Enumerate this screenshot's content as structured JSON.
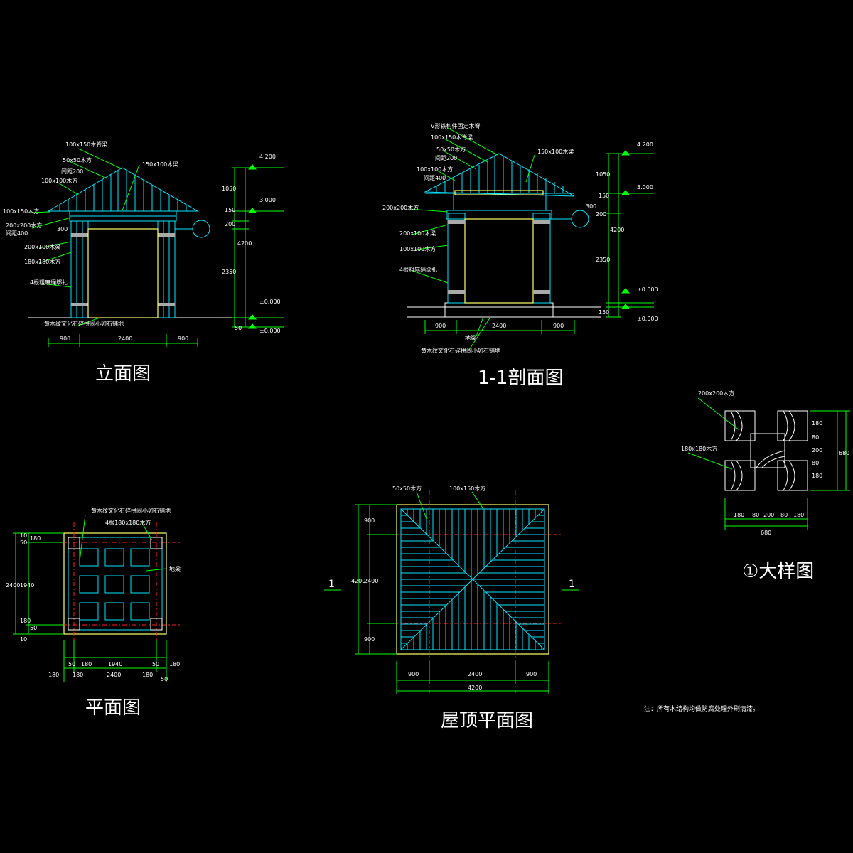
{
  "titles": {
    "elevation": "立面图",
    "section": "1-1剖面图",
    "plan": "平面图",
    "roof_plan": "屋顶平面图",
    "detail": "①大样图"
  },
  "elevation": {
    "labels": [
      "100x150木脊梁",
      "50x50木方",
      "间距200",
      "100x100木方",
      "150x100木梁",
      "100x150木方",
      "200x200木方",
      "间距400",
      "200x100木梁",
      "180x180木方",
      "4根粗麻绳绑扎",
      "黄木纹文化石碎拼间小卵石铺地"
    ],
    "levels": [
      "4.200",
      "3.000",
      "±0.000",
      "±0.000"
    ],
    "dims_v": [
      "1050",
      "150",
      "300",
      "200",
      "2350",
      "4200",
      "50"
    ],
    "dims_h": [
      "900",
      "2400",
      "900"
    ]
  },
  "section": {
    "labels": [
      "V形铁构件固定木脊",
      "100x150木脊梁",
      "50x50木方",
      "间距200",
      "100x100木方",
      "间距400",
      "150x100木梁",
      "200x200木方",
      "200x100木梁",
      "100x100木方",
      "4根粗麻绳绑扎",
      "地梁",
      "黄木纹文化石碎拼间小卵石铺地"
    ],
    "levels": [
      "4.200",
      "3.000",
      "±0.000",
      "±0.000"
    ],
    "dims_v": [
      "1050",
      "150",
      "300",
      "200",
      "2350",
      "4200",
      "150"
    ],
    "dims_h": [
      "900",
      "2400",
      "900"
    ]
  },
  "plan": {
    "labels": [
      "黄木纹文化石碎拼间小卵石铺地",
      "4根180x180木方",
      "地梁"
    ],
    "dims_v": [
      "2400",
      "10",
      "50",
      "180",
      "1940",
      "180",
      "50",
      "10"
    ],
    "dims_h": [
      "50",
      "180",
      "1940",
      "180",
      "50",
      "180",
      "2400",
      "180",
      "50",
      "180"
    ]
  },
  "roof_plan": {
    "labels": [
      "50x50木方",
      "100x150木方"
    ],
    "section_mark": "1",
    "dims_v": [
      "4200",
      "900",
      "2400",
      "900"
    ],
    "dims_h": [
      "900",
      "2400",
      "900",
      "4200"
    ]
  },
  "detail": {
    "labels": [
      "200x200木方",
      "180x180木方"
    ],
    "dims_h": [
      "180",
      "80",
      "200",
      "80",
      "180",
      "680"
    ],
    "dims_v": [
      "180",
      "80",
      "200",
      "80",
      "180",
      "680"
    ]
  },
  "note": "注：所有木结构均做防腐处理外刷清漆。",
  "colors": {
    "dim": "#00ff00",
    "structure": "#00e5ff",
    "outline": "#ffff66",
    "axis": "#ff2020",
    "text": "#ffffff"
  }
}
